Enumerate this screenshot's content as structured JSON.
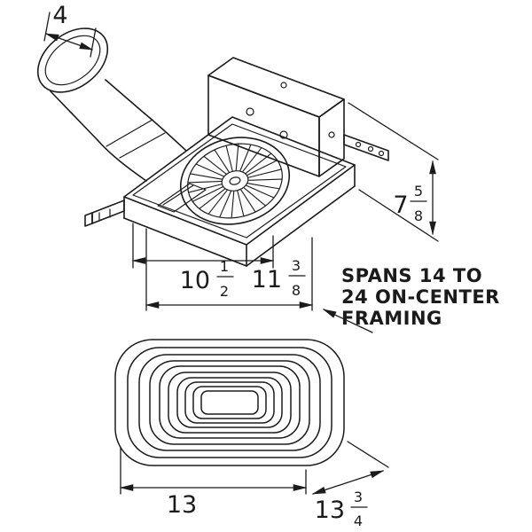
{
  "drawing": {
    "colors": {
      "line": "#1b1b1b",
      "background": "#ffffff"
    },
    "dims": {
      "duct_width": {
        "whole": "4"
      },
      "housing_height": {
        "whole": "7",
        "num": "5",
        "den": "8"
      },
      "housing_width": {
        "whole": "10",
        "num": "1",
        "den": "2"
      },
      "housing_length": {
        "whole": "11",
        "num": "3",
        "den": "8"
      },
      "grille_width": {
        "whole": "13"
      },
      "grille_depth": {
        "whole": "13",
        "num": "3",
        "den": "4"
      }
    },
    "note": {
      "line1": "SPANS 14 TO",
      "line2": "24 ON-CENTER",
      "line3": "FRAMING"
    }
  }
}
